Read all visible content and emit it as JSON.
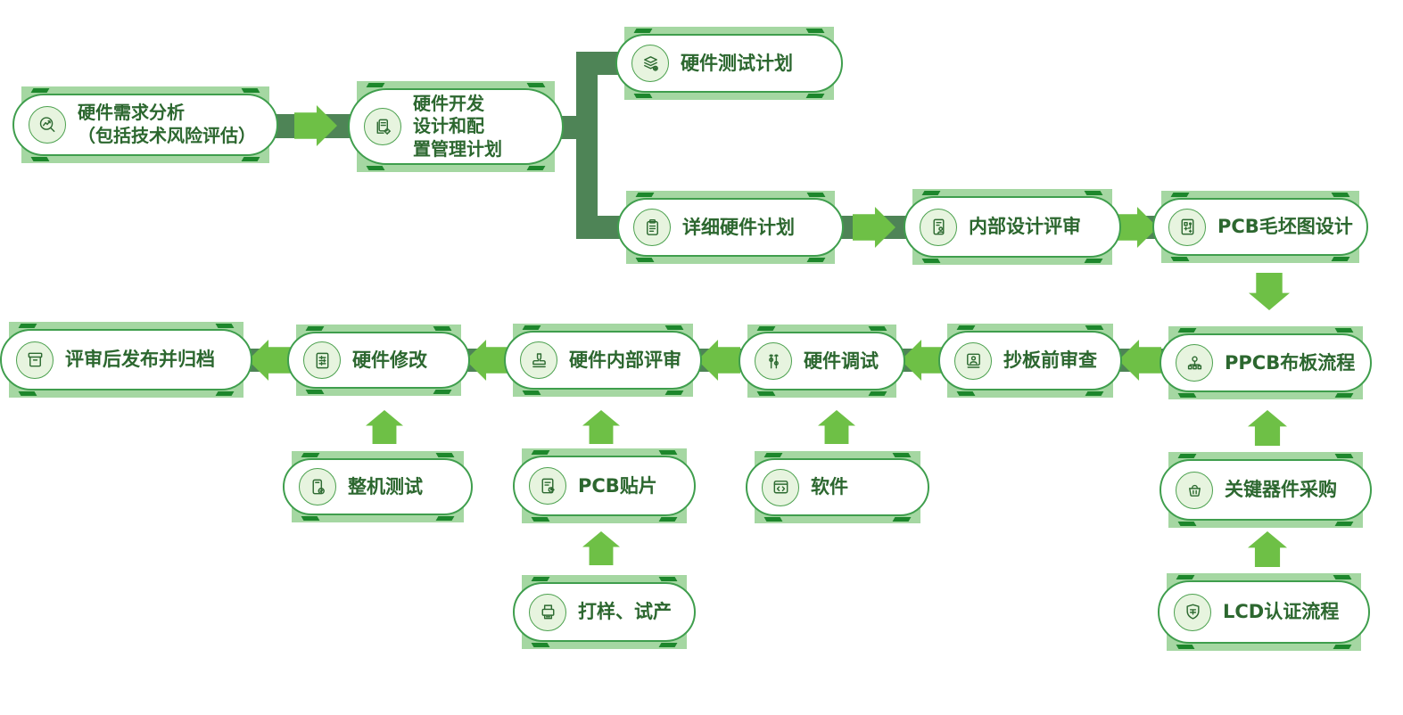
{
  "colors": {
    "node_background": "#a5d7a2",
    "pill_border": "#3f9e4d",
    "pill_background": "#ffffff",
    "connector": "#4e8456",
    "arrow": "#6ec046",
    "corner_tick": "#1d872c",
    "icon_circle_background": "#e7f4df",
    "text": "#2c672f"
  },
  "nodes": [
    {
      "id": "hw-req-analysis",
      "label": "硬件需求分析\n（包括技术风险评估）",
      "icon": "trend-magnifier-icon"
    },
    {
      "id": "hw-dev-plan",
      "label": "硬件开发\n设计和配\n置管理计划",
      "icon": "document-gear-icon"
    },
    {
      "id": "hw-test-plan",
      "label": "硬件测试计划",
      "icon": "layers-icon"
    },
    {
      "id": "detailed-hw-plan",
      "label": "详细硬件计划",
      "icon": "clipboard-list-icon"
    },
    {
      "id": "internal-design-review",
      "label": "内部设计评审",
      "icon": "document-person-icon"
    },
    {
      "id": "pcb-draft-design",
      "label": "PCB毛坯图设计",
      "icon": "pcb-file-icon"
    },
    {
      "id": "ppcb-layout-flow",
      "label": "PPCB布板流程",
      "icon": "sitemap-icon"
    },
    {
      "id": "pre-copy-review",
      "label": "抄板前审查",
      "icon": "scan-person-icon"
    },
    {
      "id": "hw-debugging",
      "label": "硬件调试",
      "icon": "tuner-icon"
    },
    {
      "id": "hw-internal-review",
      "label": "硬件内部评审",
      "icon": "stamp-icon"
    },
    {
      "id": "hw-modification",
      "label": "硬件修改",
      "icon": "document-settings-icon"
    },
    {
      "id": "release-archive",
      "label": "评审后发布并归档",
      "icon": "archive-box-icon"
    },
    {
      "id": "whole-machine-test",
      "label": "整机测试",
      "icon": "device-check-icon"
    },
    {
      "id": "pcb-smt",
      "label": "PCB贴片",
      "icon": "document-tag-icon"
    },
    {
      "id": "software",
      "label": "软件",
      "icon": "code-window-icon"
    },
    {
      "id": "key-component-purchase",
      "label": "关键器件采购",
      "icon": "basket-icon"
    },
    {
      "id": "sample-trial-production",
      "label": "打样、试产",
      "icon": "printer-doc-icon"
    },
    {
      "id": "lcd-certification-flow",
      "label": "LCD认证流程",
      "icon": "shield-cert-icon"
    }
  ],
  "edges": [
    {
      "from": "hw-req-analysis",
      "to": "hw-dev-plan",
      "direction": "right"
    },
    {
      "from": "hw-dev-plan",
      "to": "hw-test-plan",
      "direction": "branch-up"
    },
    {
      "from": "hw-dev-plan",
      "to": "detailed-hw-plan",
      "direction": "branch-down"
    },
    {
      "from": "detailed-hw-plan",
      "to": "internal-design-review",
      "direction": "right"
    },
    {
      "from": "internal-design-review",
      "to": "pcb-draft-design",
      "direction": "right"
    },
    {
      "from": "pcb-draft-design",
      "to": "ppcb-layout-flow",
      "direction": "down"
    },
    {
      "from": "ppcb-layout-flow",
      "to": "pre-copy-review",
      "direction": "left"
    },
    {
      "from": "pre-copy-review",
      "to": "hw-debugging",
      "direction": "left"
    },
    {
      "from": "hw-debugging",
      "to": "hw-internal-review",
      "direction": "left"
    },
    {
      "from": "hw-internal-review",
      "to": "hw-modification",
      "direction": "left"
    },
    {
      "from": "hw-modification",
      "to": "release-archive",
      "direction": "left"
    },
    {
      "from": "whole-machine-test",
      "to": "hw-modification",
      "direction": "up"
    },
    {
      "from": "pcb-smt",
      "to": "hw-internal-review",
      "direction": "up"
    },
    {
      "from": "sample-trial-production",
      "to": "pcb-smt",
      "direction": "up"
    },
    {
      "from": "software",
      "to": "hw-debugging",
      "direction": "up"
    },
    {
      "from": "key-component-purchase",
      "to": "ppcb-layout-flow",
      "direction": "up"
    },
    {
      "from": "lcd-certification-flow",
      "to": "key-component-purchase",
      "direction": "up"
    }
  ]
}
